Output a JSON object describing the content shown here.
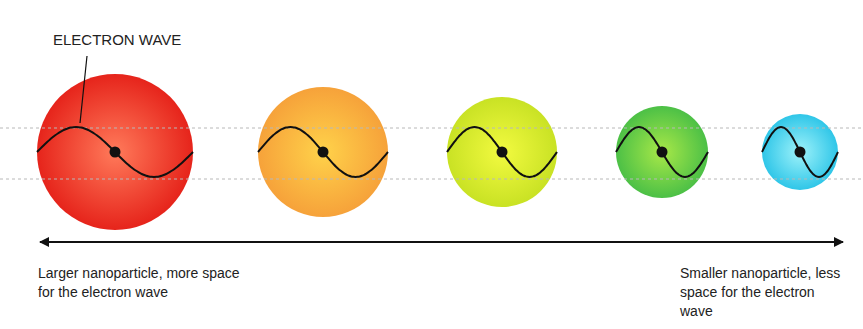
{
  "diagram": {
    "labels": [
      "ELECTRON WAVE",
      "Larger nanoparticle, more space for the electron wave",
      "Smaller nanoparticle, less space for the electron wave"
    ]
  }
}
